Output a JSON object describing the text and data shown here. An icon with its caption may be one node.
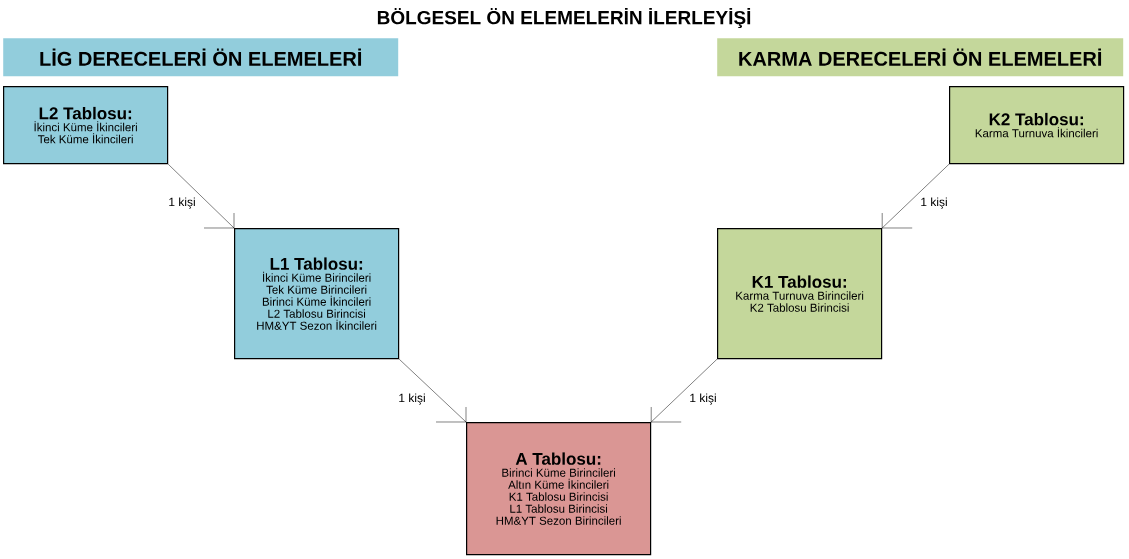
{
  "diagram": {
    "title": "BÖLGESEL ÖN ELEMELERİN İLERLEYİŞİ",
    "nodes": [
      {
        "text": [
          "LİG DERECELERİ ÖN ELEMELERİ"
        ]
      },
      {
        "text": [
          "KARMA DERECELERİ ÖN ELEMELERİ"
        ]
      },
      {
        "text": [
          "L2 Tablosu:",
          "İkinci Küme İkincileri",
          "Tek Küme İkincileri"
        ]
      },
      {
        "text": [
          "K2 Tablosu:",
          "Karma Turnuva İkincileri"
        ]
      },
      {
        "text": [
          "L1 Tablosu:",
          "İkinci Küme Birincileri",
          "Tek Küme Birincileri",
          "Birinci Küme İkincileri",
          "L2 Tablosu Birincisi",
          "HM&YT Sezon İkincileri"
        ]
      },
      {
        "text": [
          "K1 Tablosu:",
          "Karma Turnuva Birincileri",
          "K2 Tablosu Birincisi"
        ]
      },
      {
        "text": [
          "A Tablosu:",
          "Birinci Küme Birincileri",
          "Altın Küme İkincileri",
          "K1 Tablosu Birincisi",
          "L1 Tablosu Birincisi",
          "HM&YT Sezon Birincileri"
        ]
      }
    ],
    "edges": [
      {
        "from": 2,
        "to": 4,
        "arrow": "none",
        "label": "1 kişi"
      },
      {
        "from": 3,
        "to": 5,
        "arrow": "none",
        "label": "1 kişi"
      },
      {
        "from": 4,
        "to": 6,
        "arrow": "none",
        "label": "1 kişi"
      },
      {
        "from": 5,
        "to": 6,
        "arrow": "none",
        "label": "1 kişi"
      }
    ]
  }
}
